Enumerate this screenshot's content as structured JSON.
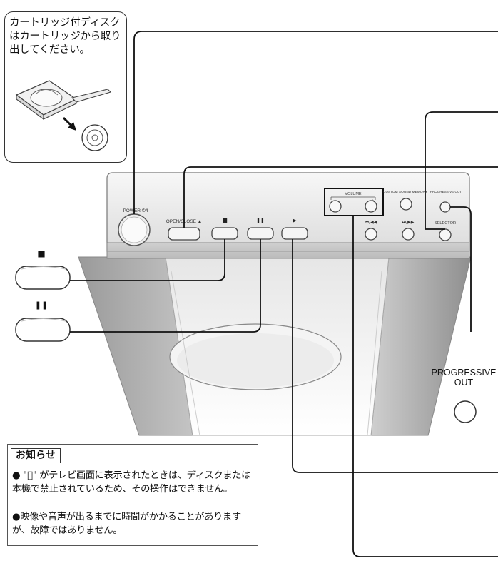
{
  "callout": {
    "text": "カートリッジ付ディスクはカートリッジから取り出してください。"
  },
  "panel": {
    "power_label": "POWER ⏻/I",
    "open_close_label": "OPEN/CLOSE ▲",
    "stop_symbol": "■",
    "pause_symbol": "❚❚",
    "play_symbol": "▶",
    "volume_label": "VOLUME",
    "volume_minus": "−",
    "volume_plus": "+",
    "custom_sound_label": "CUSTOM SOUND MEMORY",
    "progressive_label": "PROGRESSIVE OUT",
    "skip_back_label": "⏮/◀◀",
    "skip_fwd_label": "⏭/▶▶",
    "selector_label": "SELECTOR"
  },
  "left_buttons": {
    "stop_symbol": "■",
    "pause_symbol": "❚❚"
  },
  "progressive": {
    "label": "PROGRESSIVE\nOUT"
  },
  "notice": {
    "title": "お知らせ",
    "item1": "● \"⃠\" がテレビ画面に表示されたときは、ディスクまたは本機で禁止されているため、その操作はできません。",
    "item2": "●映像や音声が出るまでに時間がかかることがありますが、故障ではありません。"
  }
}
